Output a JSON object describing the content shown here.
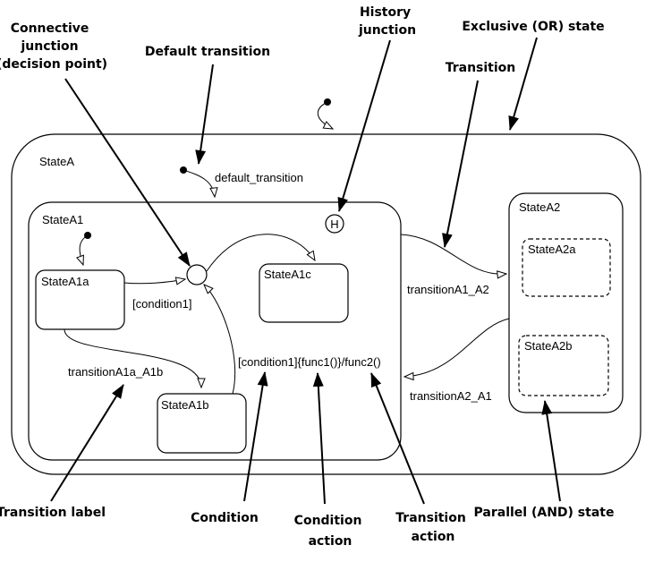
{
  "states": {
    "state_a": "StateA",
    "state_a1": "StateA1",
    "state_a1a": "StateA1a",
    "state_a1b": "StateA1b",
    "state_a1c": "StateA1c",
    "state_a2": "StateA2",
    "state_a2a": "StateA2a",
    "state_a2b": "StateA2b"
  },
  "junctions": {
    "history_symbol": "H"
  },
  "transition_labels": {
    "default_transition": "default_transition",
    "condition1": "[condition1]",
    "a1a_a1b": "transitionA1a_A1b",
    "full_label": "[condition1]{func1()}/func2()",
    "a1_a2": "transitionA1_A2",
    "a2_a1": "transitionA2_A1"
  },
  "callouts": {
    "connective_junction": [
      "Connective",
      "junction",
      "(decision point)"
    ],
    "default_transition": "Default transition",
    "history_junction": [
      "History",
      "junction"
    ],
    "exclusive_state": "Exclusive (OR) state",
    "transition": "Transition",
    "transition_label": "Transition label",
    "condition": "Condition",
    "condition_action": [
      "Condition",
      "action"
    ],
    "transition_action": [
      "Transition",
      "action"
    ],
    "parallel_state": "Parallel (AND) state"
  }
}
